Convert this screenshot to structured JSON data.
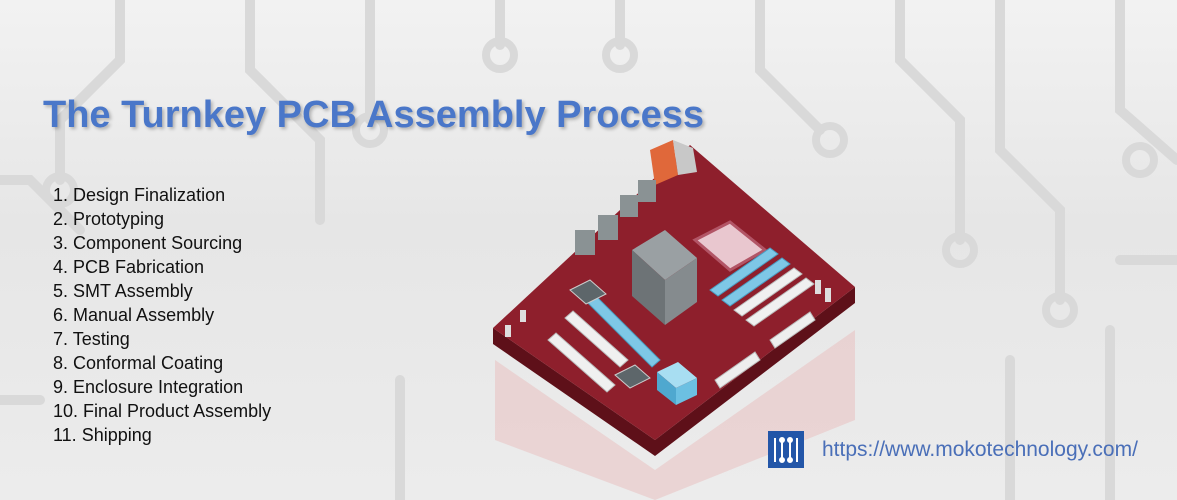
{
  "title": "The Turnkey PCB Assembly Process",
  "steps": [
    "1. Design Finalization",
    "2. Prototyping",
    "3. Component Sourcing",
    "4. PCB Fabrication",
    "5. SMT Assembly",
    "6. Manual Assembly",
    "7. Testing",
    "8. Conformal Coating",
    "9. Enclosure Integration",
    "10. Final Product Assembly",
    "11. Shipping"
  ],
  "footer": {
    "url": "https://www.mokotechnology.com/"
  },
  "colors": {
    "title": "#4a77c9",
    "board": "#8e1f2c",
    "logo": "#2356a8",
    "url": "#4a6fb8"
  }
}
